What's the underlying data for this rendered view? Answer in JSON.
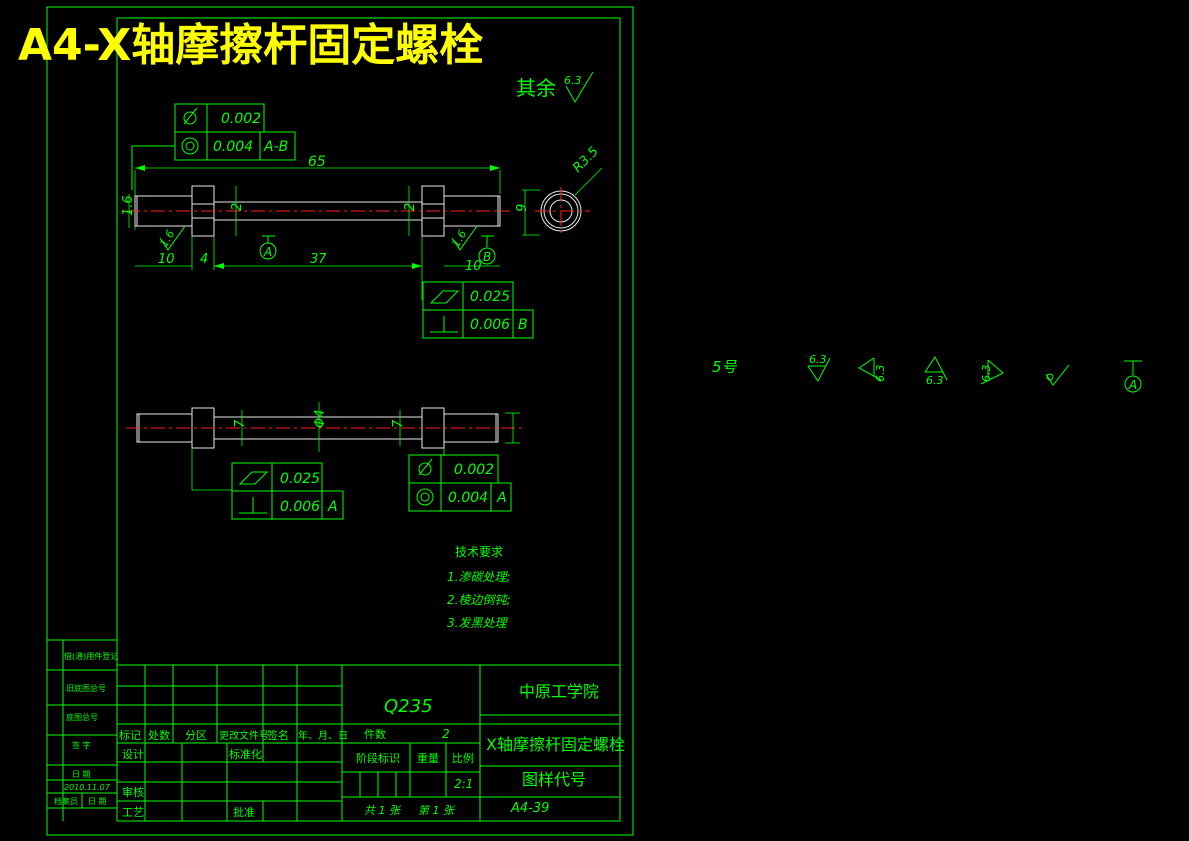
{
  "banner_title": "A4-X轴摩擦杆固定螺栓",
  "surface_note": {
    "qiyu": "其余",
    "roughness": "6.3"
  },
  "fcf_top": {
    "sym1": "0.002",
    "sym2_val": "0.004",
    "sym2_ref": "A-B"
  },
  "fcf_right": {
    "v1": "0.025",
    "v2": "0.006",
    "ref": "B"
  },
  "fcf_lower_left": {
    "v1": "0.025",
    "v2": "0.006",
    "ref": "A"
  },
  "fcf_lower_right": {
    "v1": "0.002",
    "v2": "0.004",
    "ref": "A"
  },
  "dims": {
    "d65": "65",
    "d37": "37",
    "d10a": "10",
    "d4": "4",
    "d10b": "10",
    "r35": "R3.5",
    "d9": "9",
    "d16": "1.6",
    "d2a": "2",
    "d2b": "2",
    "d7a": "7",
    "d7b": "7",
    "phi4": "Φ4",
    "d16a": "1.6",
    "d16b": "1.6"
  },
  "datums": {
    "a": "A",
    "b": "B"
  },
  "tech_req": {
    "title": "技术要求",
    "items": [
      "1.渗碳处理;",
      "2.棱边倒钝;",
      "3.发黑处理"
    ]
  },
  "symbols_panel": {
    "label": "5号",
    "r1": "6.3",
    "r2": "6.3",
    "r3": "6.3",
    "r4": "6.3",
    "datum": "A"
  },
  "side_table": {
    "r1": "借(通)用件登记",
    "r2": "旧底图总号",
    "r3": "底图总号",
    "r4": "签  字",
    "r5": "日  期",
    "date": "2010.11.07",
    "r7a": "档案员",
    "r7b": "日  期"
  },
  "title_block": {
    "material": "Q235",
    "school": "中原工学院",
    "part_name": "X轴摩擦杆固定螺栓",
    "drawing_code_label": "图样代号",
    "drawing_code": "A4-39",
    "hdr": [
      "标记",
      "处数",
      "分区",
      "更改文件号",
      "签名",
      "年、月、日"
    ],
    "sheji": "设计",
    "biaozhunhua": "标准化",
    "shenhe": "审核",
    "gongyi": "工艺",
    "pizhun": "批准",
    "jianshu": "件数",
    "jianshu_val": "2",
    "jieduan": "阶段标识",
    "zhongliang": "重量",
    "bili": "比例",
    "scale": "2:1",
    "sheets": "共 1 张",
    "sheet_no": "第 1 张"
  }
}
